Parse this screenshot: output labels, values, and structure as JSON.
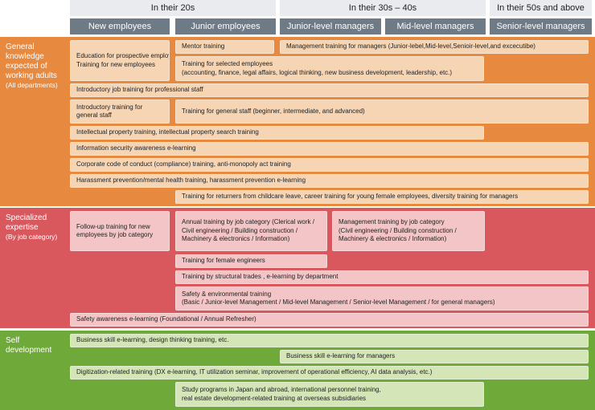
{
  "header": {
    "age_groups": [
      "In their 20s",
      "In their 30s – 40s",
      "In their 50s and above"
    ],
    "levels": [
      "New employees",
      "Junior employees",
      "Junior-level managers",
      "Mid-level managers",
      "Senior-level managers"
    ]
  },
  "colors": {
    "general": "#e7893f",
    "specialized": "#d9585e",
    "self": "#6fa93a",
    "level_header": "#6e7a86",
    "age_header": "#e9ebee"
  },
  "sections": {
    "general": {
      "title": "General knowledge expected of working adults",
      "subtitle": "(All departments)",
      "items": [
        [
          "Education for prospective employees",
          "Training for new employees"
        ],
        [
          "Mentor training"
        ],
        [
          "Management training for managers (Junior-lebel,Mid-level,Senioir-level,and excecutibe)"
        ],
        [
          "Training for selected employees",
          "(accounting, finance, legal affairs, logical thinking, new business development, leadership, etc.)"
        ],
        [
          "Introductory job training for professional staff"
        ],
        [
          "Introductory training for",
          "general staff"
        ],
        [
          "Training for general staff (beginner, intermediate, and advanced)"
        ],
        [
          "Intellectual property training, intellectual property search training"
        ],
        [
          "Information security awareness e-learning"
        ],
        [
          "Corporate code of conduct (compliance) training, anti-monopoly act training"
        ],
        [
          "Harassment prevention/mental health training, harassment prevention e-learning"
        ],
        [
          "Training for returners from childcare leave, career training for young female employees, diversity training for managers"
        ]
      ]
    },
    "specialized": {
      "title": "Specialized expertise",
      "subtitle": "(By job category)",
      "items": [
        [
          "Follow-up training for new",
          "employees by job category"
        ],
        [
          "Annual training by job category (Clerical work /",
          "Civil engineering / Building construction /",
          "Machinery & electronics / Information)"
        ],
        [
          "Management training by job category",
          "(Civil engineering / Building construction /",
          "Machinery & electronics / Information)"
        ],
        [
          "Training for female engineers"
        ],
        [
          "Training by structural trades , e-learning by department"
        ],
        [
          "Safety & environmental training",
          "(Basic / Junior-level Management / Mid-level Management / Senior-level Management / for general managers)"
        ],
        [
          "Safety awareness e-learning (Foundational / Annual Refresher)"
        ]
      ]
    },
    "self": {
      "title": "Self development",
      "items": [
        [
          "Business skill e-learning, design thinking training, etc."
        ],
        [
          "Business skill e-learning for managers"
        ],
        [
          "Digitization-related training (DX e-learning, IT utilization seminar, improvement of operational efficiency, AI data analysis, etc.)"
        ],
        [
          "Study programs in Japan and abroad, international personnel training,",
          "real estate development-related training at overseas subsidiaries"
        ]
      ]
    }
  }
}
